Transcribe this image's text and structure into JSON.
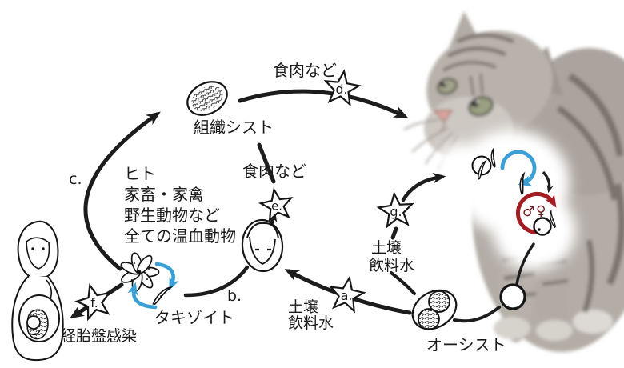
{
  "diagram": {
    "stages": {
      "tissue_cyst": "組織シスト",
      "tachyzoite": "タキゾイト",
      "oocyst": "オーシスト"
    },
    "routes": {
      "meat_top": "食肉など",
      "meat_mid": "食肉など",
      "soil_left_1": "土壌",
      "soil_left_2": "飲料水",
      "soil_right_1": "土壌",
      "soil_right_2": "飲料水",
      "transplacental": "経胎盤感染"
    },
    "hosts": [
      "ヒト",
      "家畜・家禽",
      "野生動物など",
      "全ての温血動物"
    ],
    "markers": {
      "a": "a.",
      "b": "b.",
      "c": "c.",
      "d": "d.",
      "e": "e.",
      "f": "f.",
      "g": "g."
    },
    "symbols": {
      "male": "♂",
      "female": "♀"
    },
    "colors": {
      "line": "#1c1c1c",
      "cycle_blue": "#3aa0d4",
      "cycle_red": "#a31d23"
    }
  }
}
